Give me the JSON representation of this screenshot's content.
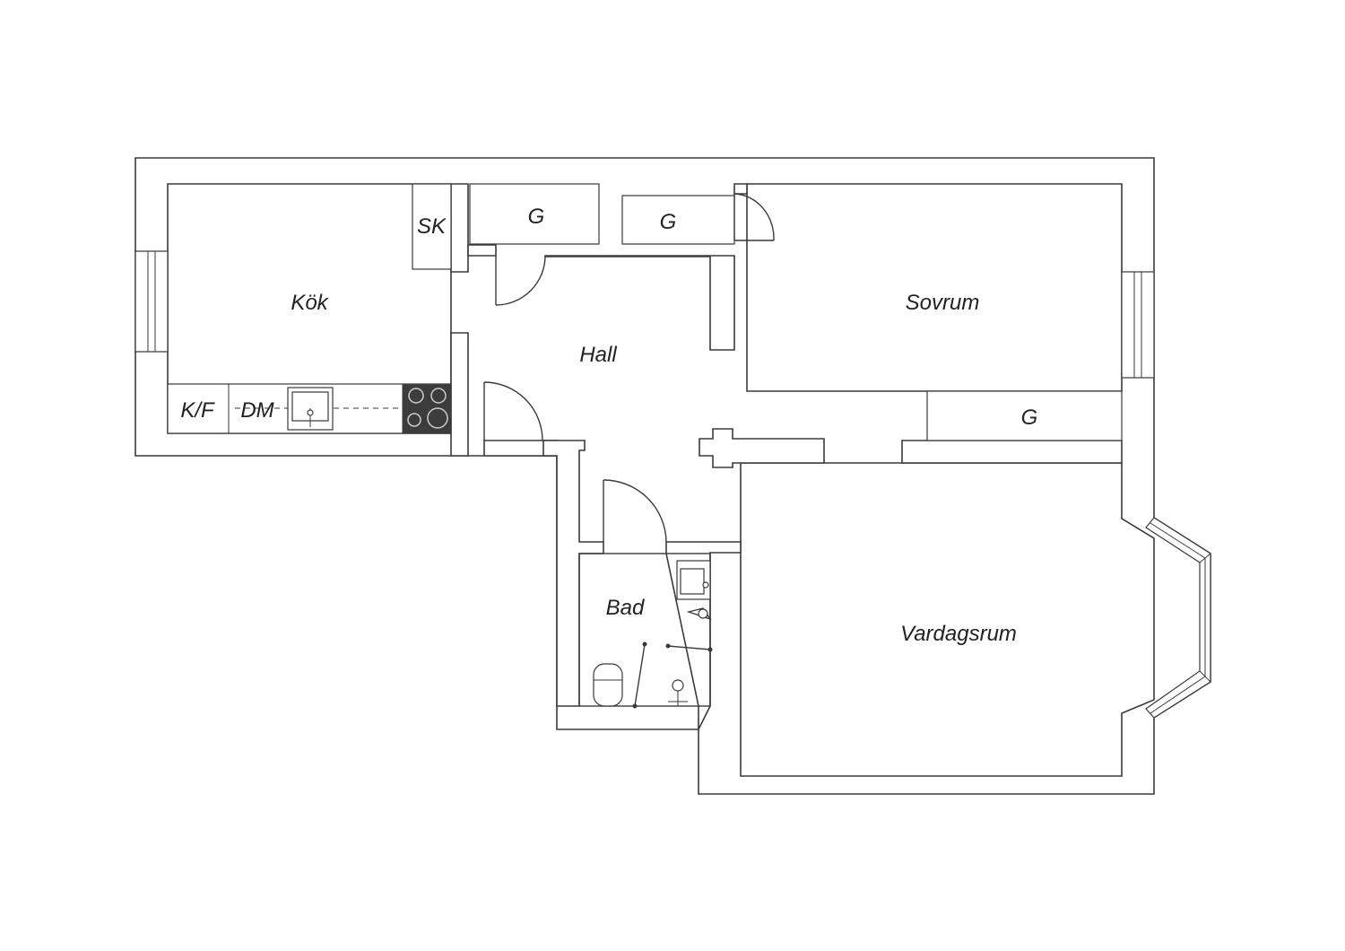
{
  "floorplan": {
    "rooms": {
      "kitchen": "Kök",
      "hall": "Hall",
      "bedroom": "Sovrum",
      "living_room": "Vardagsrum",
      "bathroom": "Bad"
    },
    "fixtures": {
      "broom_closet": "SK",
      "wardrobe_a": "G",
      "wardrobe_b": "G",
      "wardrobe_c": "G",
      "fridge_freezer": "K/F",
      "dishwasher": "DM"
    },
    "colors": {
      "wall": "#3a3a3a",
      "background": "#ffffff",
      "stove": "#3c3c3c"
    }
  }
}
